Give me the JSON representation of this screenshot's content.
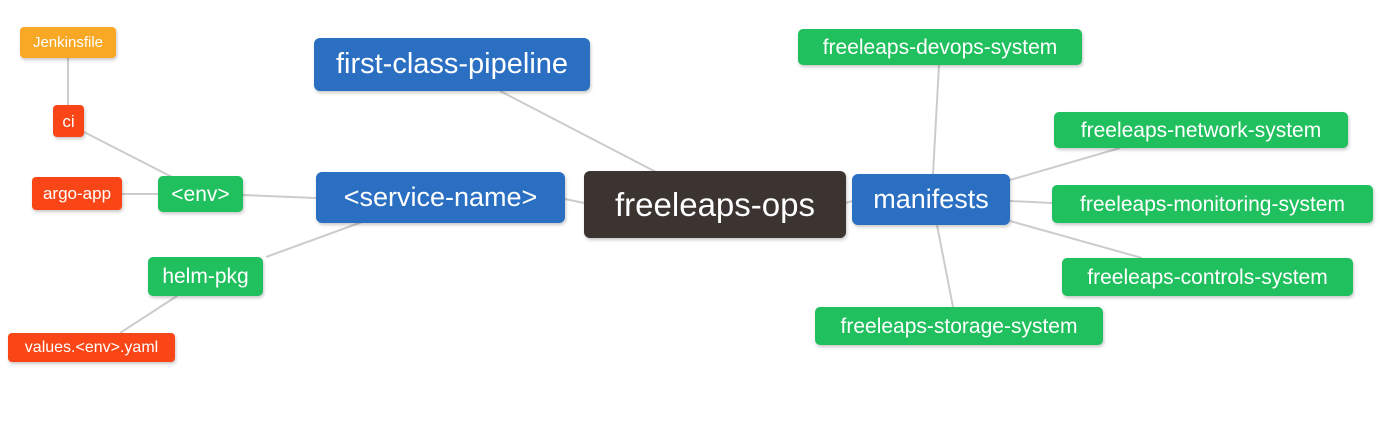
{
  "colors": {
    "blue": "#2b6fc2",
    "green": "#21c05e",
    "orange": "#f9a825",
    "red": "#fa4616",
    "dark": "#3b3430",
    "edge": "#cccccc",
    "text": "#ffffff",
    "bg": "#ffffff"
  },
  "nodes": [
    {
      "id": "jenkinsfile",
      "label": "Jenkinsfile",
      "color": "orange"
    },
    {
      "id": "ci",
      "label": "ci",
      "color": "red"
    },
    {
      "id": "argo-app",
      "label": "argo-app",
      "color": "red"
    },
    {
      "id": "env",
      "label": "<env>",
      "color": "green"
    },
    {
      "id": "first-class-pipeline",
      "label": "first-class-pipeline",
      "color": "blue"
    },
    {
      "id": "service-name",
      "label": "<service-name>",
      "color": "blue"
    },
    {
      "id": "freeleaps-ops",
      "label": "freeleaps-ops",
      "color": "dark"
    },
    {
      "id": "manifests",
      "label": "manifests",
      "color": "blue"
    },
    {
      "id": "devops-system",
      "label": "freeleaps-devops-system",
      "color": "green"
    },
    {
      "id": "network-system",
      "label": "freeleaps-network-system",
      "color": "green"
    },
    {
      "id": "monitoring-system",
      "label": "freeleaps-monitoring-system",
      "color": "green"
    },
    {
      "id": "controls-system",
      "label": "freeleaps-controls-system",
      "color": "green"
    },
    {
      "id": "storage-system",
      "label": "freeleaps-storage-system",
      "color": "green"
    },
    {
      "id": "helm-pkg",
      "label": "helm-pkg",
      "color": "green"
    },
    {
      "id": "values-env-yaml",
      "label": "values.<env>.yaml",
      "color": "red"
    }
  ],
  "edges": [
    {
      "from": "Jenkinsfile",
      "to": "ci"
    },
    {
      "from": "ci",
      "to": "<env>"
    },
    {
      "from": "argo-app",
      "to": "<env>"
    },
    {
      "from": "<env>",
      "to": "<service-name>"
    },
    {
      "from": "helm-pkg",
      "to": "<service-name>"
    },
    {
      "from": "values.<env>.yaml",
      "to": "helm-pkg"
    },
    {
      "from": "<service-name>",
      "to": "freeleaps-ops"
    },
    {
      "from": "first-class-pipeline",
      "to": "freeleaps-ops"
    },
    {
      "from": "freeleaps-ops",
      "to": "manifests"
    },
    {
      "from": "manifests",
      "to": "freeleaps-devops-system"
    },
    {
      "from": "manifests",
      "to": "freeleaps-network-system"
    },
    {
      "from": "manifests",
      "to": "freeleaps-monitoring-system"
    },
    {
      "from": "manifests",
      "to": "freeleaps-controls-system"
    },
    {
      "from": "manifests",
      "to": "freeleaps-storage-system"
    }
  ]
}
